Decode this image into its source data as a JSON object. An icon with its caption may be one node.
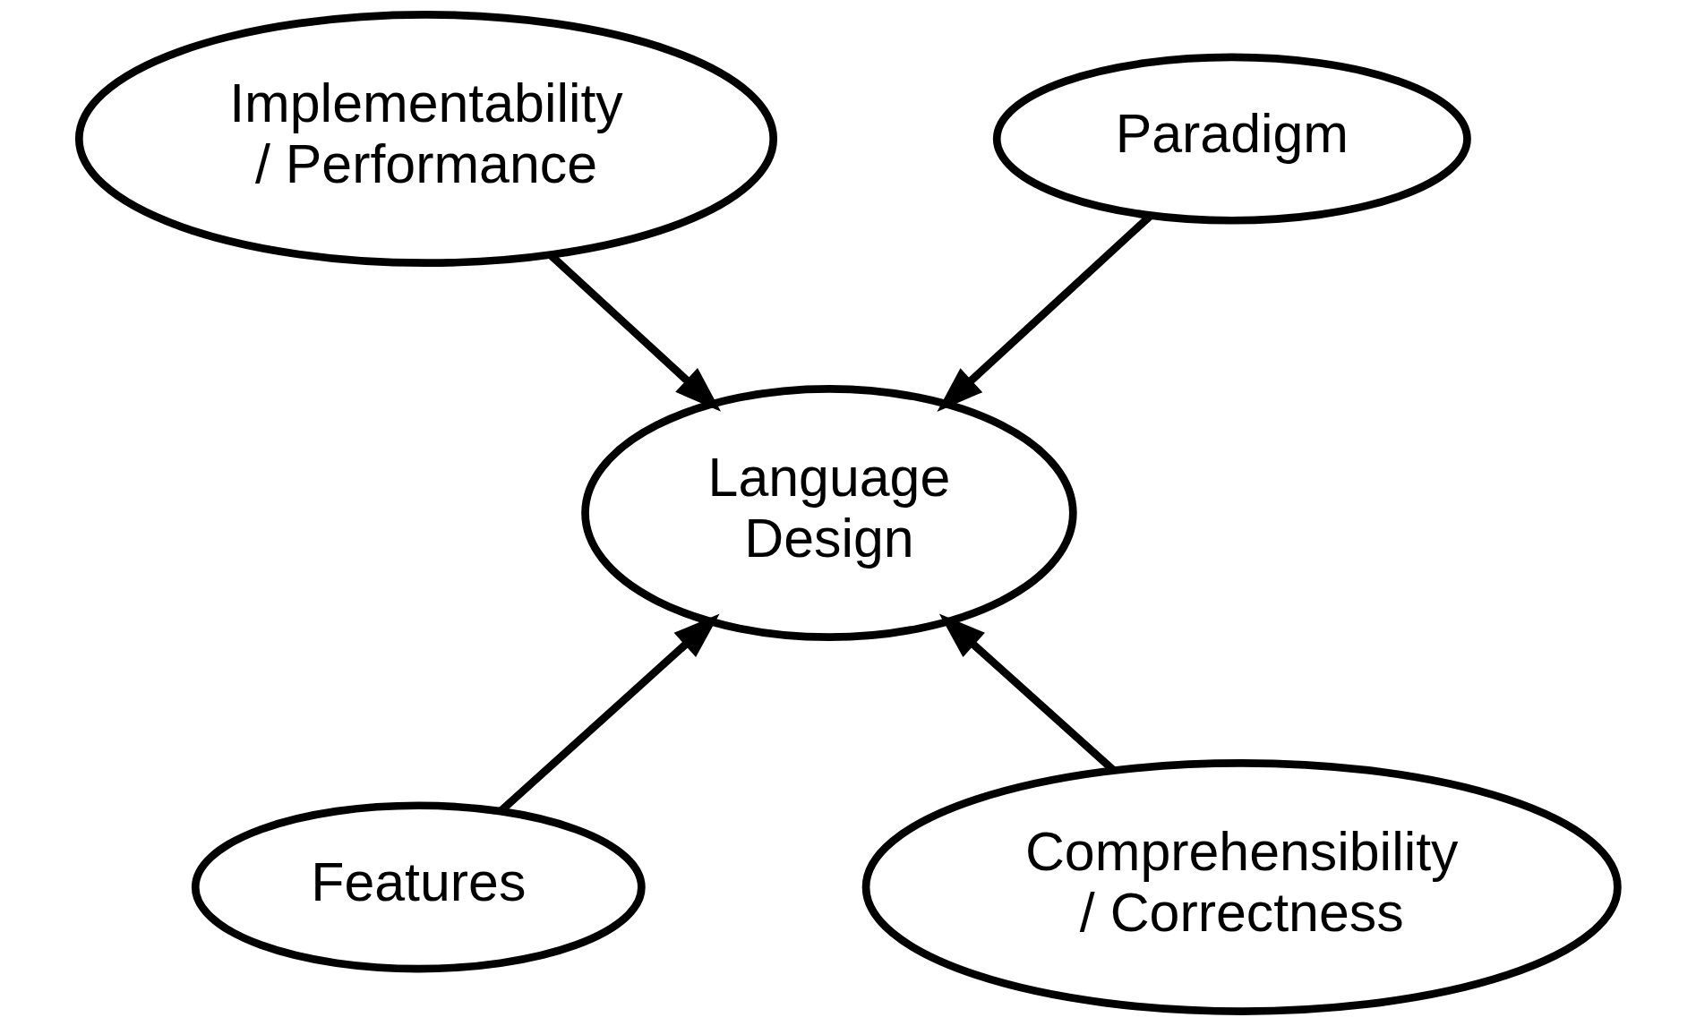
{
  "diagram": {
    "nodes": [
      {
        "text": [
          "Implementability / Performance"
        ]
      },
      {
        "text": [
          "Paradigm"
        ]
      },
      {
        "text": [
          "Language Design"
        ]
      },
      {
        "text": [
          "Features"
        ]
      },
      {
        "text": [
          "Comprehensibility / Correctness"
        ]
      }
    ],
    "edges": [
      {
        "from": 0,
        "to": 2,
        "arrow": "to"
      },
      {
        "from": 1,
        "to": 2,
        "arrow": "to"
      },
      {
        "from": 3,
        "to": 2,
        "arrow": "to"
      },
      {
        "from": 4,
        "to": 2,
        "arrow": "to"
      }
    ]
  }
}
